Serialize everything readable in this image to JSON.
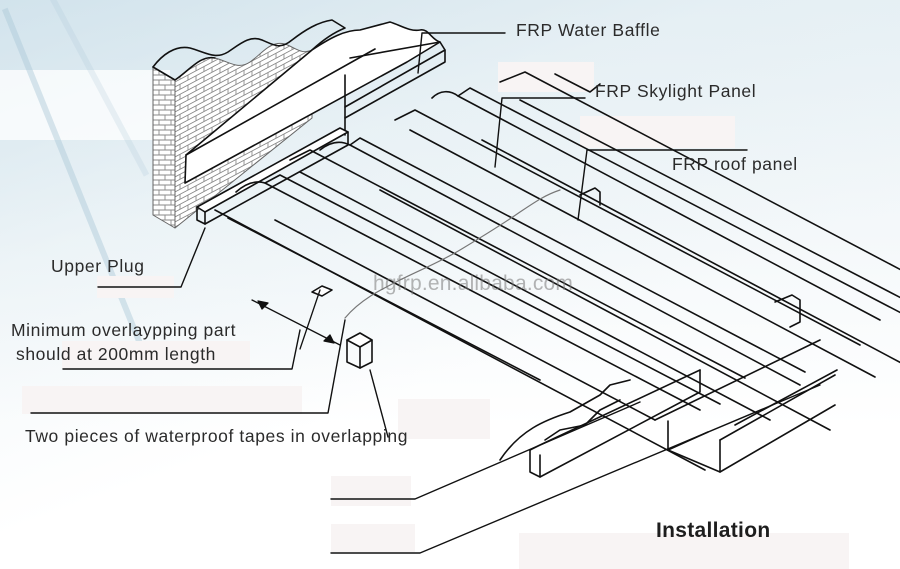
{
  "diagram": {
    "title": "Installation",
    "watermark": "hgfrp.en.alibaba.com",
    "labels": {
      "water_baffle": "FRP Water Baffle",
      "skylight_panel": "FRP Skylight Panel",
      "roof_panel": "FRP roof panel",
      "upper_plug": "Upper Plug",
      "overlap_line1": "Minimum overlaypping part",
      "overlap_line2": "should at 200mm length",
      "waterproof_tapes": "Two pieces of waterproof tapes in overlapping"
    },
    "colors": {
      "line": "#111111",
      "text": "#2b2b2b",
      "brick": "#8a8a8a",
      "blank_label_box": "#f8f4f4",
      "background_tint": "#eaf2f6"
    }
  }
}
